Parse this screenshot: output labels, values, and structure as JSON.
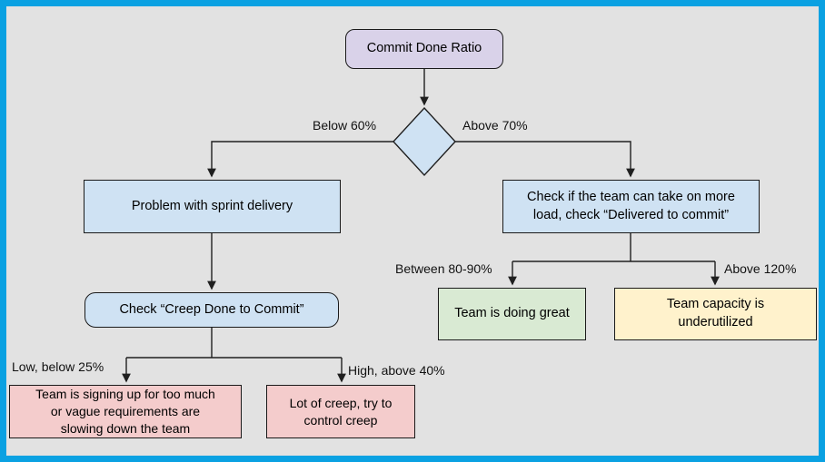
{
  "diagram": {
    "title": "Commit Done Ratio flowchart",
    "colors": {
      "frame_border": "#0aa1e2",
      "background": "#e2e2e2",
      "node_purple": "#d9d2e9",
      "node_blue": "#cfe2f3",
      "node_green": "#d9ead3",
      "node_yellow": "#fff2cc",
      "node_pink": "#f4cccc",
      "line": "#1f1f1f"
    },
    "nodes": {
      "start": {
        "label": "Commit Done Ratio",
        "shape": "rounded-rectangle",
        "fill": "#d9d2e9"
      },
      "decision": {
        "label": "",
        "shape": "diamond",
        "fill": "#cfe2f3"
      },
      "problem": {
        "label": "Problem with sprint delivery",
        "shape": "rectangle",
        "fill": "#cfe2f3"
      },
      "check_load": {
        "label": "Check if the team can take on more\nload, check “Delivered to commit”",
        "shape": "rectangle",
        "fill": "#cfe2f3"
      },
      "check_creep": {
        "label": "Check “Creep Done to Commit”",
        "shape": "rounded-rectangle",
        "fill": "#cfe2f3"
      },
      "too_much": {
        "label": "Team is signing up for too much\nor vague requirements are\nslowing down the team",
        "shape": "rectangle",
        "fill": "#f4cccc"
      },
      "lot_of_creep": {
        "label": "Lot of creep, try to\ncontrol creep",
        "shape": "rectangle",
        "fill": "#f4cccc"
      },
      "doing_great": {
        "label": "Team is doing great",
        "shape": "rectangle",
        "fill": "#d9ead3"
      },
      "underutilized": {
        "label": "Team capacity is\nunderutilized",
        "shape": "rectangle",
        "fill": "#fff2cc"
      }
    },
    "edge_labels": {
      "below_60": "Below 60%",
      "above_70": "Above 70%",
      "low_below_25": "Low, below 25%",
      "high_above_40": "High, above 40%",
      "between_80_90": "Between 80-90%",
      "above_120": "Above 120%"
    }
  }
}
